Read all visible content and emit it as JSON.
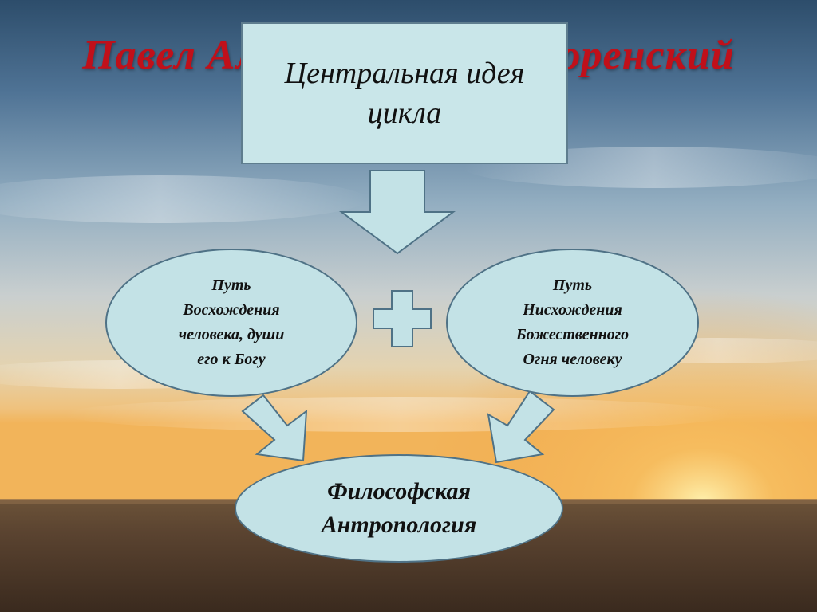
{
  "title": "Павел Александрович Флоренский",
  "center_box": {
    "line1": "Центральная идея",
    "line2": "цикла"
  },
  "left_ellipse": {
    "lines": [
      "Путь",
      "Восхождения",
      "человека, души",
      "его к Богу"
    ]
  },
  "right_ellipse": {
    "lines": [
      "Путь",
      "Нисхождения",
      "Божественного",
      "Огня человеку"
    ]
  },
  "bottom_ellipse": {
    "line1": "Философская",
    "line2": "Антропология"
  },
  "colors": {
    "title": "#c0101a",
    "shape_fill": "#c3e2e6",
    "shape_stroke": "#4f7286"
  },
  "icons": {
    "plus": "plus-icon",
    "arrow_down": "arrow-down-icon",
    "arrow_diagonal": "arrow-diagonal-icon"
  }
}
